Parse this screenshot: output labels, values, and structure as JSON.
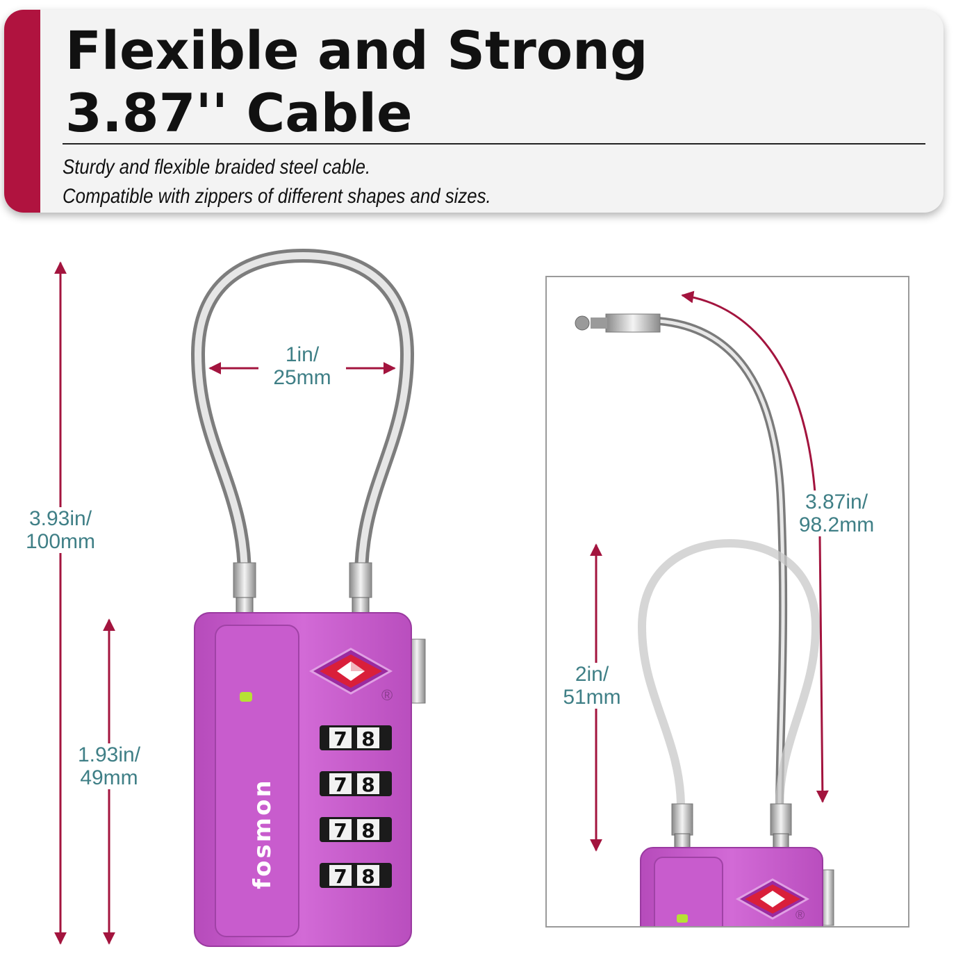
{
  "banner": {
    "title_line1": "Flexible and Strong",
    "title_line2": "3.87'' Cable",
    "subtitle_line1": "Sturdy and flexible braided steel cable.",
    "subtitle_line2": "Compatible with zippers of different shapes and sizes."
  },
  "dimensions": {
    "total_height": {
      "line1": "3.93in/",
      "line2": "100mm"
    },
    "body_height": {
      "line1": "1.93in/",
      "line2": "49mm"
    },
    "loop_width": {
      "line1": "1in/",
      "line2": "25mm"
    },
    "cable_length": {
      "line1": "3.87in/",
      "line2": "98.2mm"
    },
    "shackle_height": {
      "line1": "2in/",
      "line2": "51mm"
    }
  },
  "lock": {
    "brand": "fosmon",
    "dial_digits": [
      [
        "7",
        "8"
      ],
      [
        "7",
        "8"
      ],
      [
        "7",
        "8"
      ],
      [
        "7",
        "8"
      ]
    ],
    "registered_mark": "®",
    "body_color": "#c858cc"
  },
  "colors": {
    "accent": "#b0133f",
    "dimension_text": "#3f7f86",
    "arrow": "#a3143e"
  }
}
